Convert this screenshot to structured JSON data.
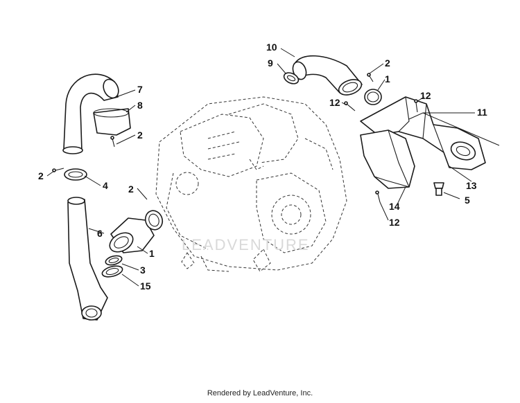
{
  "watermark": "LEADVENTURE",
  "footer": "Rendered by LeadVenture, Inc.",
  "callouts": {
    "c10": "10",
    "c9": "9",
    "c2a": "2",
    "c1a": "1",
    "c12a": "12",
    "c12b": "12",
    "c11": "11",
    "c13": "13",
    "c5": "5",
    "c14": "14",
    "c12c": "12",
    "c7": "7",
    "c8": "8",
    "c2b": "2",
    "c2c": "2",
    "c4": "4",
    "c6": "6",
    "c2d": "2",
    "c1b": "1",
    "c3": "3",
    "c15": "15"
  }
}
